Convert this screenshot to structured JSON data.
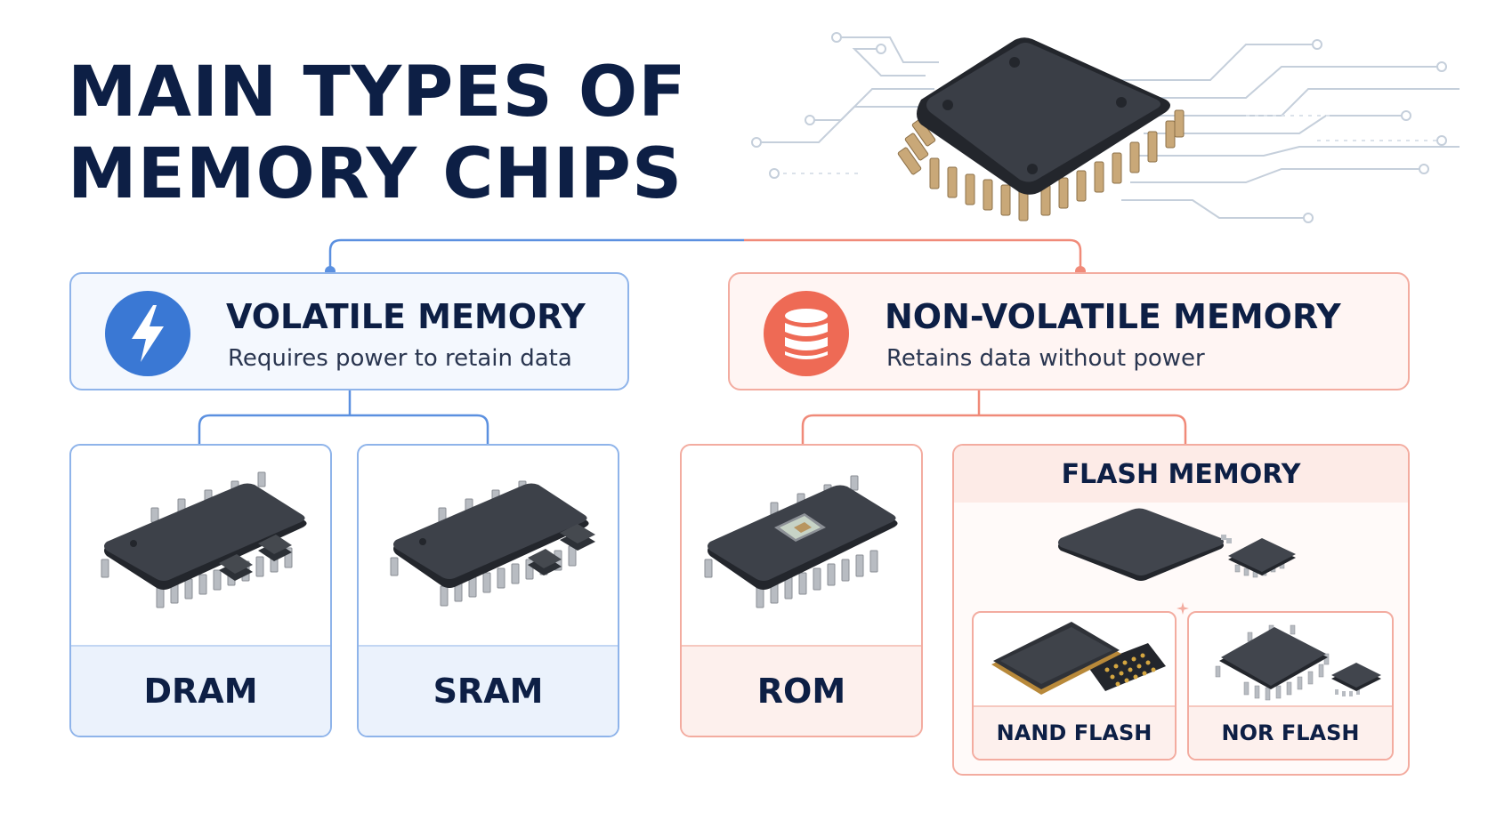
{
  "title": {
    "line1": "MAIN TYPES OF",
    "line2": "MEMORY CHIPS"
  },
  "colors": {
    "navy": "#0d1f45",
    "volatile_accent": "#3a78d4",
    "nonvolatile_accent": "#ee6a55",
    "volatile_border": "#8fb4ea",
    "nonvolatile_border": "#f3aca0"
  },
  "volatile": {
    "icon": "lightning-bolt-icon",
    "title": "VOLATILE MEMORY",
    "description": "Requires power to retain data",
    "types": [
      {
        "name": "DRAM",
        "icon": "dram-chip-icon"
      },
      {
        "name": "SRAM",
        "icon": "sram-chip-icon"
      }
    ]
  },
  "nonvolatile": {
    "icon": "database-icon",
    "title": "NON-VOLATILE MEMORY",
    "description": "Retains data without power",
    "rom": {
      "name": "ROM",
      "icon": "eprom-chip-icon"
    },
    "flash": {
      "title": "FLASH MEMORY",
      "icon": "flash-chip-icon",
      "subtypes": [
        {
          "name": "NAND FLASH",
          "icon": "nand-chip-icon"
        },
        {
          "name": "NOR FLASH",
          "icon": "nor-chip-icon"
        }
      ]
    }
  }
}
